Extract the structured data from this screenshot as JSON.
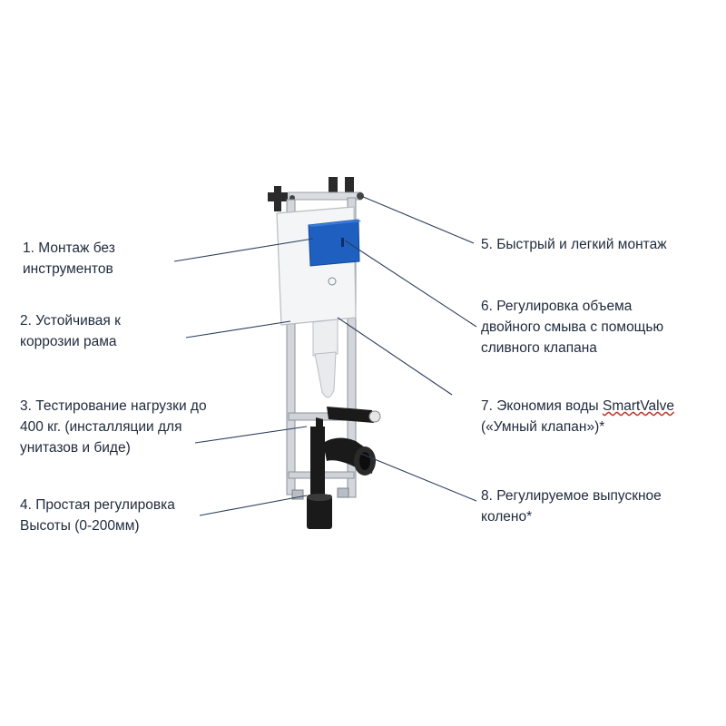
{
  "labels": [
    {
      "id": "l1",
      "lines": [
        "1. Монтаж без",
        "инструментов"
      ]
    },
    {
      "id": "l2",
      "lines": [
        "2. Устойчивая к",
        "коррозии рама"
      ]
    },
    {
      "id": "l3",
      "lines": [
        "3. Тестирование  нагрузки до",
        "400 кг. (инсталляции для",
        "унитазов и биде)"
      ]
    },
    {
      "id": "l4",
      "lines": [
        "4. Простая регулировка",
        "Высоты  (0-200мм)"
      ]
    },
    {
      "id": "l5",
      "lines": [
        "5. Быстрый и легкий монтаж"
      ]
    },
    {
      "id": "l6",
      "lines": [
        "6. Регулировка объема",
        "двойного смыва с помощью",
        "сливного клапана"
      ]
    },
    {
      "id": "l7",
      "lines": [
        "7. Экономия воды ",
        "(«Умный клапан»)*"
      ],
      "brand": "SmartValve"
    },
    {
      "id": "l8",
      "lines": [
        "8. Регулируемое выпускное",
        "колено*"
      ]
    }
  ],
  "colors": {
    "text": "#1f2a3c",
    "leader_line": "#2c3e5c",
    "frame": "#c8ccd2",
    "cistern": "#f4f5f6",
    "button_plate": "#1f5fbf",
    "pipe": "#1a1a1a"
  }
}
